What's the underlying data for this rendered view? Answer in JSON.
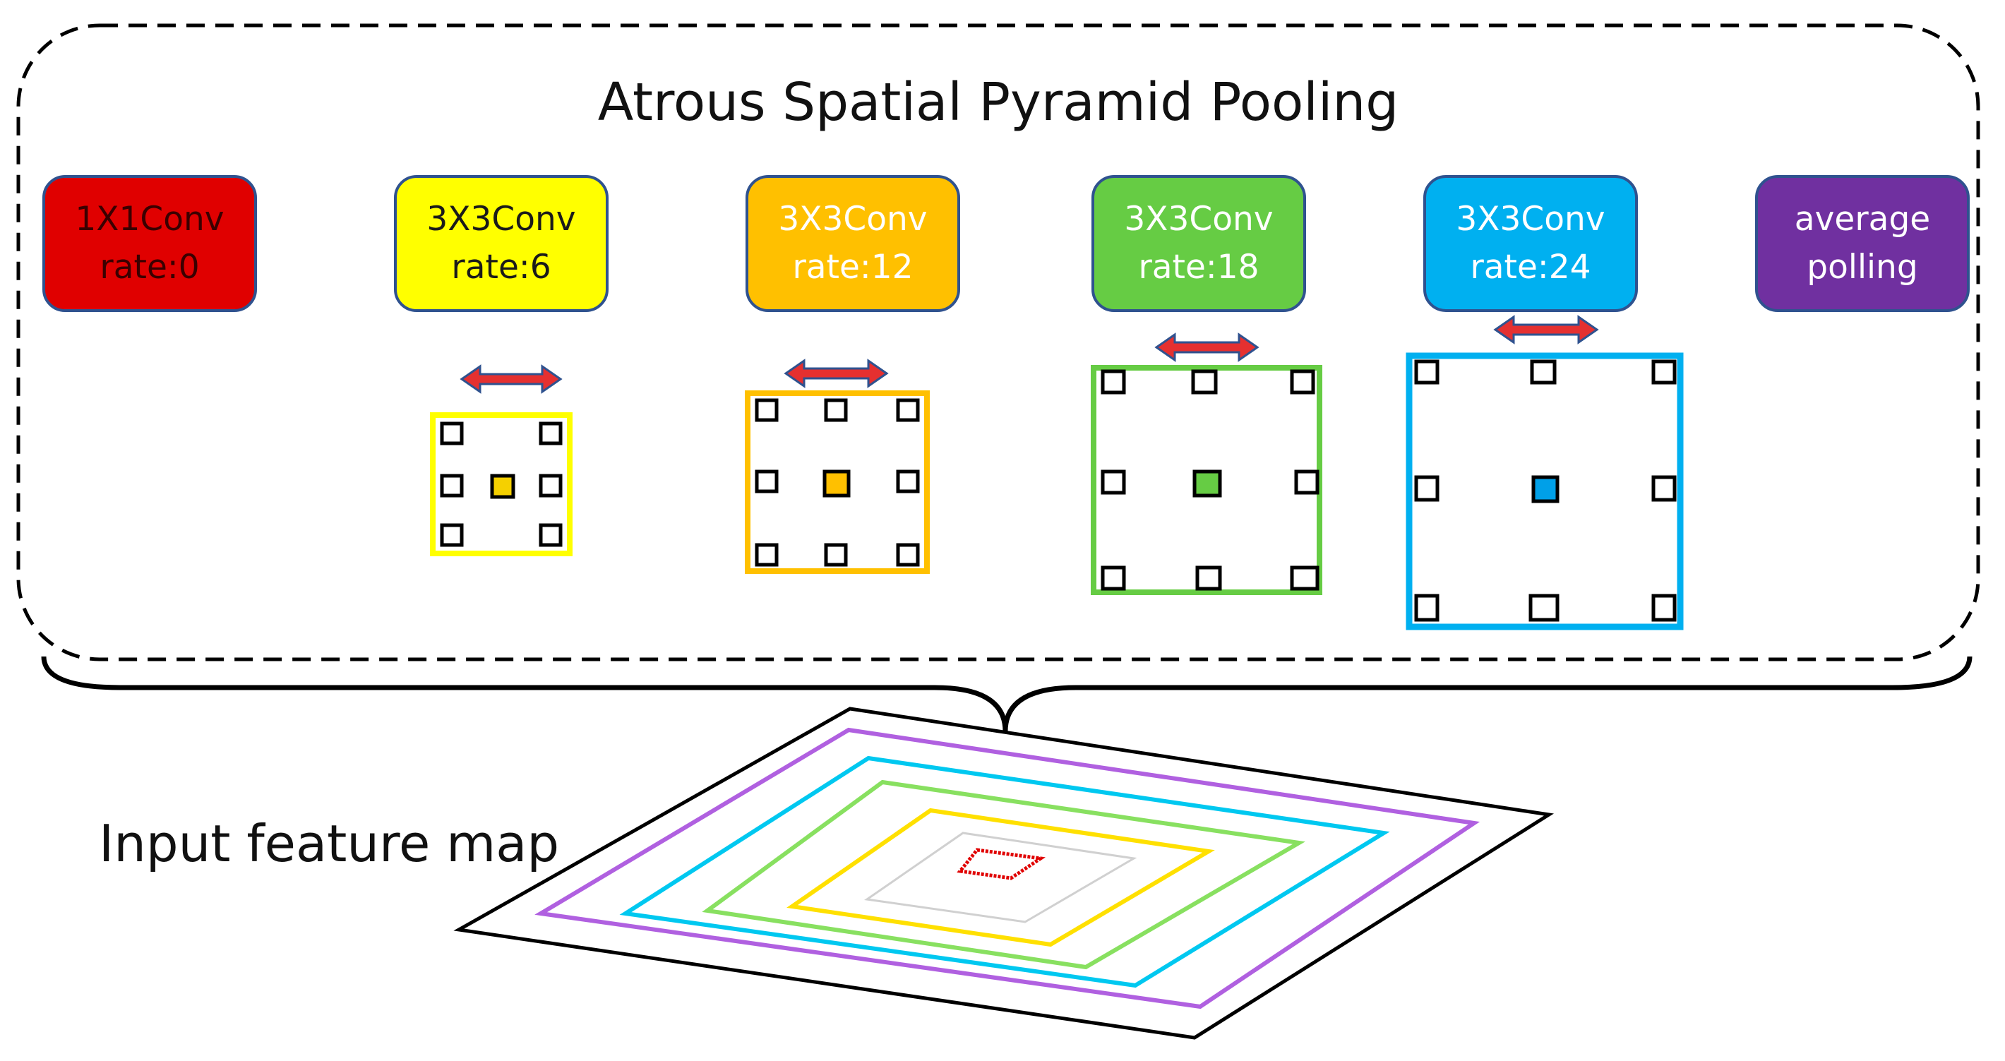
{
  "title": "Atrous Spatial Pyramid Pooling",
  "input_label": "Input feature map",
  "branches": [
    {
      "line1": "1X1Conv",
      "line2": "rate:0",
      "fill": "#e00000",
      "text_color": "#3a0000",
      "has_kernel": false
    },
    {
      "line1": "3X3Conv",
      "line2": "rate:6",
      "fill": "#ffff00",
      "text_color": "#1a1a1a",
      "has_kernel": true,
      "kernel_color": "#ffff00",
      "center_color": "#f5d000"
    },
    {
      "line1": "3X3Conv",
      "line2": "rate:12",
      "fill": "#ffc000",
      "text_color": "#ffffff",
      "has_kernel": true,
      "kernel_color": "#ffc000",
      "center_color": "#ffc000"
    },
    {
      "line1": "3X3Conv",
      "line2": "rate:18",
      "fill": "#66cc44",
      "text_color": "#ffffff",
      "has_kernel": true,
      "kernel_color": "#66cc44",
      "center_color": "#66cc44"
    },
    {
      "line1": "3X3Conv",
      "line2": "rate:24",
      "fill": "#00b0f0",
      "text_color": "#ffffff",
      "has_kernel": true,
      "kernel_color": "#00b0f0",
      "center_color": "#00a0e8"
    },
    {
      "line1": "average",
      "line2": "polling",
      "fill": "#7030a0",
      "text_color": "#ffffff",
      "has_kernel": false
    }
  ],
  "colors": {
    "box_border": "#2f528f",
    "arrow_fill": "#e53030",
    "arrow_stroke": "#2f528f",
    "dashed_border": "#000000",
    "map_rings": [
      "#b060e0",
      "#00c8f0",
      "#88e060",
      "#ffe000",
      "#e00000"
    ]
  }
}
